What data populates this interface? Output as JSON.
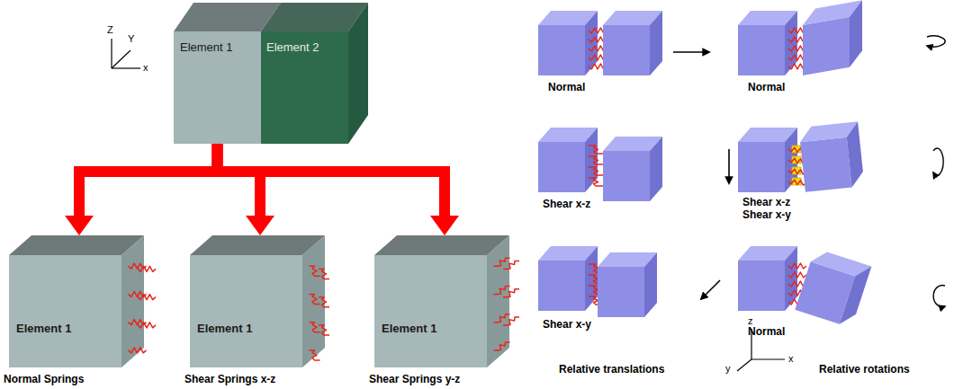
{
  "diagram": {
    "nodes": [
      {
        "text": [
          "Element 1"
        ]
      },
      {
        "text": [
          "Element 2"
        ]
      },
      {
        "text": [
          "Element 1",
          "Normal Springs"
        ]
      },
      {
        "text": [
          "Element 1",
          "Shear Springs x-z"
        ]
      },
      {
        "text": [
          "Element 1",
          "Shear Springs y-z"
        ]
      }
    ],
    "edges": [
      {
        "from": 0,
        "to": 2,
        "arrow": "to"
      },
      {
        "from": 0,
        "to": 3,
        "arrow": "to"
      },
      {
        "from": 0,
        "to": 4,
        "arrow": "to"
      }
    ],
    "labels": [
      "Z",
      "Y",
      "x",
      "Normal",
      "Normal",
      "Shear x-z",
      "Shear x-z",
      "Shear x-y",
      "Shear x-y",
      "Normal",
      "Relative translations",
      "Relative rotations",
      "z",
      "y",
      "x"
    ]
  }
}
